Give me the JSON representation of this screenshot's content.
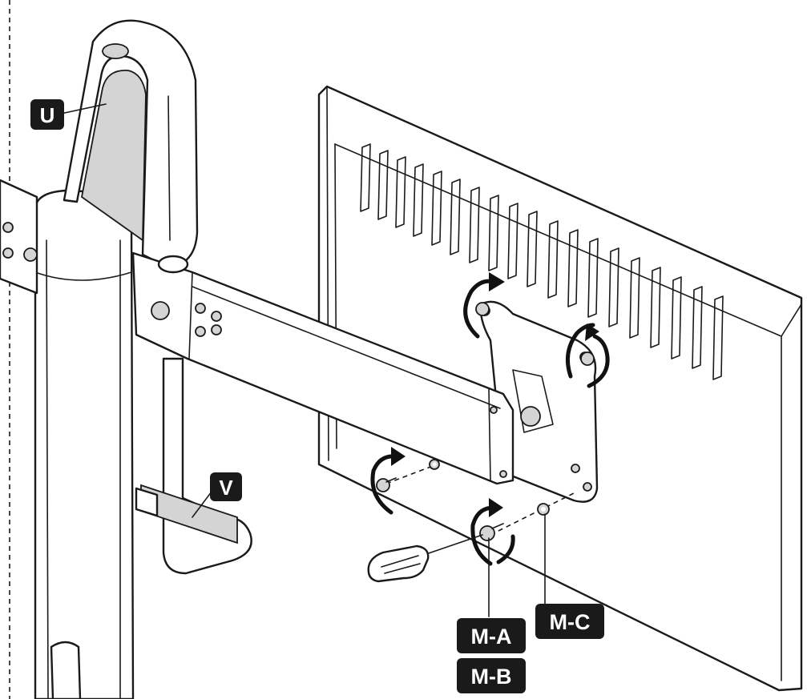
{
  "labels": {
    "u": "U",
    "v": "V",
    "ma": "M-A",
    "mb": "M-B",
    "mc": "M-C"
  },
  "colors": {
    "label_bg": "#1a1a1a",
    "label_text": "#ffffff",
    "line": "#1a1a1a",
    "shade": "#d4d4d4"
  },
  "icons": [
    "rotate-clockwise-arrow-icon",
    "screwdriver-icon",
    "screw-icon",
    "washer-icon"
  ]
}
